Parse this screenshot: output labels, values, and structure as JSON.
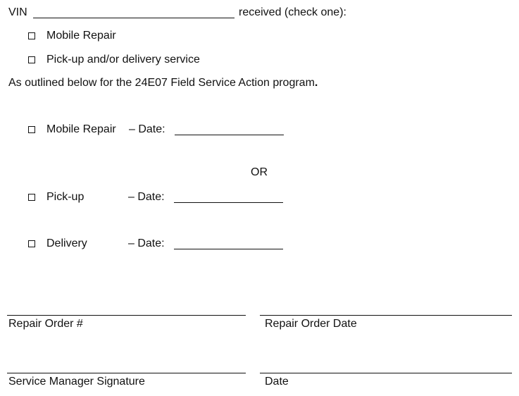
{
  "form": {
    "vin_label": "VIN",
    "received_text": "received (check one):",
    "option_mobile": "Mobile Repair",
    "option_pickup_delivery": "Pick-up and/or delivery service",
    "outlined_text": "As outlined below for the 24E07 Field Service Action program",
    "outlined_period": ".",
    "mobile_repair_label": "Mobile Repair",
    "date_label": "– Date:",
    "or_text": "OR",
    "pickup_label": "Pick-up",
    "delivery_label": "Delivery"
  },
  "signatures": {
    "repair_order_number": "Repair Order #",
    "repair_order_date": "Repair Order Date",
    "service_manager_signature": "Service Manager Signature",
    "date": "Date"
  }
}
